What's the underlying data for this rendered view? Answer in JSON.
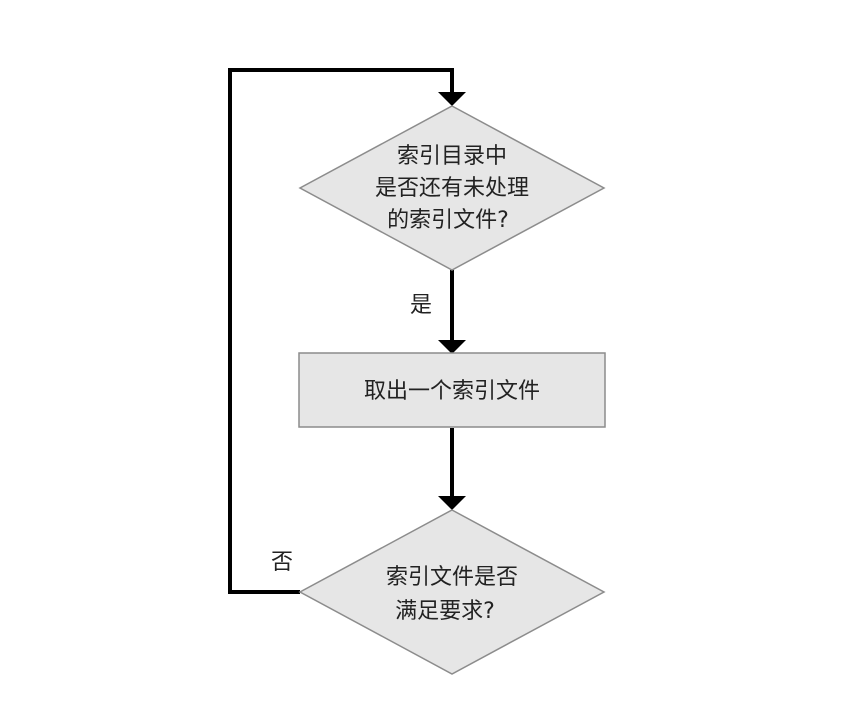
{
  "nodes": {
    "decision_remaining": {
      "lines": [
        "索引目录中",
        "是否还有未处理",
        "的索引文件?"
      ]
    },
    "process_take": {
      "lines": [
        "取出一个索引文件"
      ]
    },
    "decision_meets": {
      "lines": [
        "索引文件是否",
        "满足要求?"
      ]
    }
  },
  "edges": {
    "yes_label": "是",
    "no_label": "否"
  },
  "colors": {
    "node_fill": "#e6e6e6",
    "node_stroke": "#8c8c8c",
    "edge": "#000000",
    "text": "#222222"
  }
}
